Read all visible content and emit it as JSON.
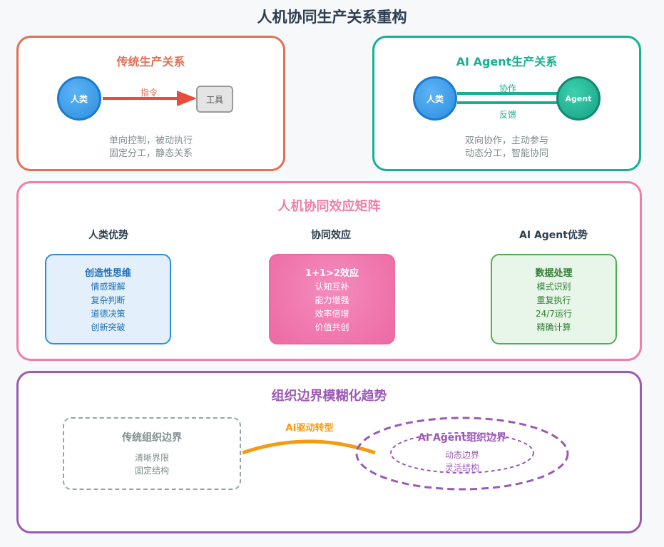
{
  "page_title": "人机协同生产关系重构",
  "colors": {
    "traditional": "#e17055",
    "agent": "#16b191",
    "matrix": "#f07fa8",
    "org": "#9b59b6",
    "human_blue": "#2b8fe0",
    "arrow_red": "#e74c3c",
    "transform_orange": "#f39c12"
  },
  "traditional": {
    "title": "传统生产关系",
    "human_label": "人类",
    "arrow_label": "指令",
    "tool_label": "工具",
    "desc_line1": "单向控制，被动执行",
    "desc_line2": "固定分工，静态关系"
  },
  "agent_relation": {
    "title": "AI Agent生产关系",
    "human_label": "人类",
    "agent_label": "Agent",
    "top_label": "协作",
    "bottom_label": "反馈",
    "desc_line1": "双向协作，主动参与",
    "desc_line2": "动态分工，智能协同"
  },
  "matrix": {
    "title": "人机协同效应矩阵",
    "col_human": "人类优势",
    "col_synergy": "协同效应",
    "col_agent": "AI Agent优势",
    "human_card": {
      "head": "创造性思维",
      "items": [
        "情感理解",
        "复杂判断",
        "道德决策",
        "创新突破"
      ]
    },
    "synergy_card": {
      "head": "1+1>2效应",
      "items": [
        "认知互补",
        "能力增强",
        "效率倍增",
        "价值共创"
      ]
    },
    "agent_card": {
      "head": "数据处理",
      "items": [
        "模式识别",
        "重复执行",
        "24/7运行",
        "精确计算"
      ]
    }
  },
  "org": {
    "title": "组织边界模糊化趋势",
    "traditional_title": "传统组织边界",
    "traditional_line1": "清晰界限",
    "traditional_line2": "固定结构",
    "transform_label": "AI驱动转型",
    "agent_title": "AI Agent组织边界",
    "agent_line1": "动态边界",
    "agent_line2": "灵活结构"
  }
}
